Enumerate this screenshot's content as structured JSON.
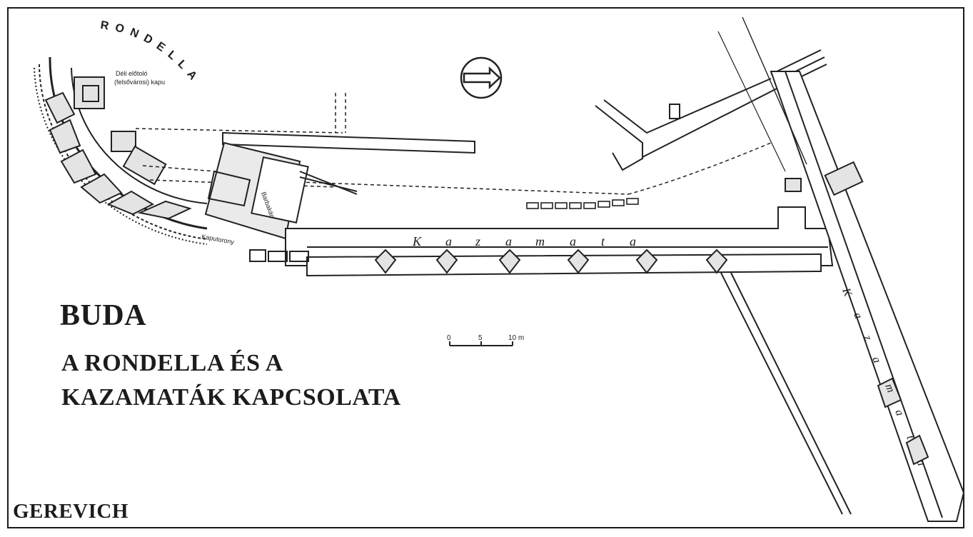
{
  "title": "BUDA",
  "subtitle_lines": [
    "A RONDELLA ÉS A",
    "KAZAMATÁK KAPCSOLATA"
  ],
  "author": "GEREVICH",
  "labels": {
    "rondella": "RONDELLA",
    "kazamata_horizontal": [
      "K",
      "a",
      "z",
      "a",
      "m",
      "a",
      "t",
      "a"
    ],
    "kazamata_diagonal": [
      "K",
      "a",
      "z",
      "a",
      "m",
      "a",
      "t",
      "a"
    ],
    "gate_tower": "Kaputorony",
    "barbican": "Barbakán",
    "south_gate": "Déli előtoló",
    "south_gate_line2": "(felsővárosi) kapu"
  },
  "scale_bar": {
    "ticks": [
      "0",
      "5",
      "10 m"
    ]
  },
  "icons": [
    "north-arrow-icon",
    "direction-arrow-icon"
  ],
  "colors": {
    "ink": "#1c1c1c",
    "paper": "#ffffff",
    "wall_fill": "#e4e4e4"
  }
}
